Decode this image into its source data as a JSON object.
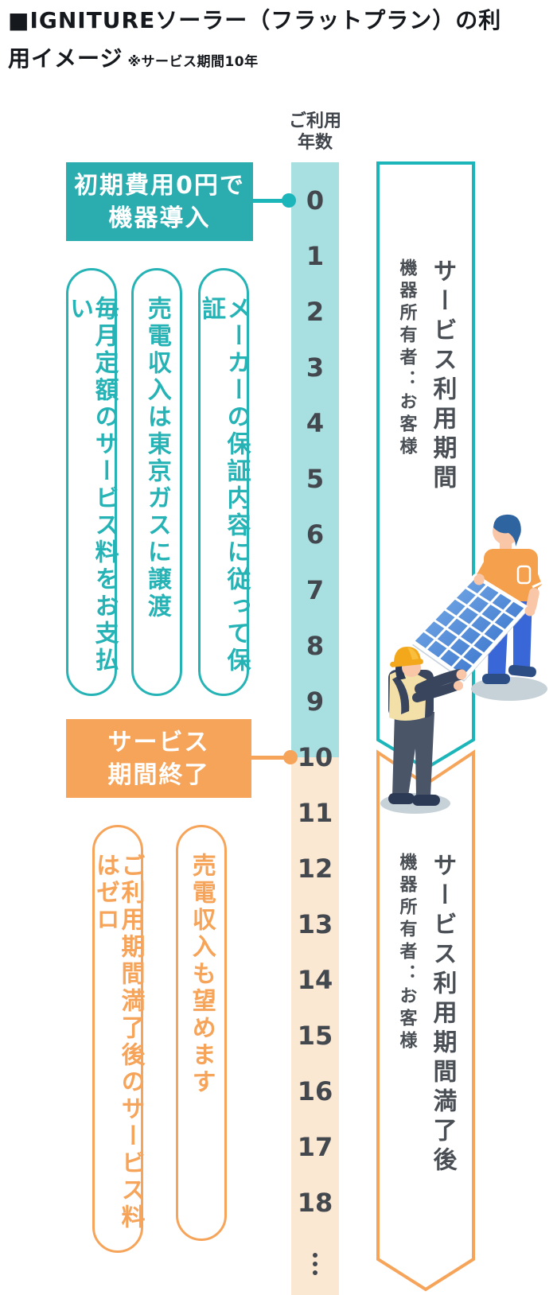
{
  "title": {
    "line1": "■IGNITUREソーラー（フラットプラン）の利",
    "line2": "用イメージ",
    "note": "※サービス期間10年"
  },
  "timeline": {
    "header_line1": "ご利用",
    "header_line2": "年数",
    "years": [
      "0",
      "1",
      "2",
      "3",
      "4",
      "5",
      "6",
      "7",
      "8",
      "9",
      "10",
      "11",
      "12",
      "13",
      "14",
      "15",
      "16",
      "17",
      "18"
    ],
    "continues_symbol": "vertical-ellipsis-dots"
  },
  "events": {
    "start": {
      "line1": "初期費用0円で",
      "line2": "機器導入",
      "at_year": "0"
    },
    "end": {
      "line1": "サービス",
      "line2": "期間終了",
      "at_year": "10"
    }
  },
  "service_period_notes": [
    "毎月定額のサービス料をお支払い",
    "売電収入は東京ガスに譲渡",
    "メーカーの保証内容に従って保証"
  ],
  "post_period_notes": [
    "ご利用期間満了後のサービス料はゼロ",
    "売電収入も望めます"
  ],
  "ribbons": {
    "service": {
      "title": "サービス利用期間",
      "owner": "機器所有者：お客様"
    },
    "post": {
      "title": "サービス利用期間満了後",
      "owner": "機器所有者：お客様"
    }
  },
  "illustration": {
    "description": "two-people-carrying-solar-panel"
  },
  "colors": {
    "teal_solid": "#2bacaf",
    "teal_accent": "#1cb5b9",
    "teal_light_column": "#a8dfe0",
    "orange_solid": "#f6a45a",
    "orange_light_column": "#fbe8d2",
    "number_ink": "#43474e",
    "ribbon_ink": "#4a4f55"
  }
}
